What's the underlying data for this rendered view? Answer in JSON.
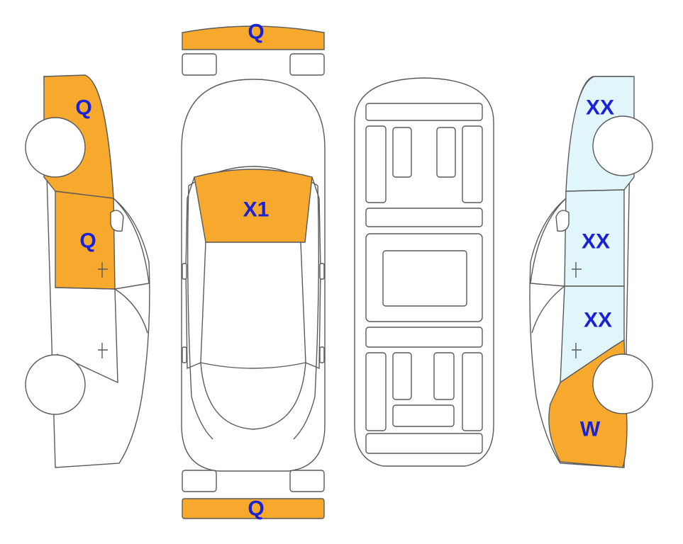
{
  "colors": {
    "damage_orange": "#f7a92e",
    "damage_light_blue": "#e1f6fb",
    "label_blue": "#1a22d6",
    "outline": "#5a5a5a"
  },
  "labels": {
    "front_bumper": "Q",
    "rear_bumper": "Q",
    "windshield": "X1",
    "left_front_fender": "Q",
    "left_front_door": "Q",
    "right_rear_quarter": "XX",
    "right_rear_door": "XX",
    "right_front_door": "XX",
    "right_front_fender": "W"
  }
}
